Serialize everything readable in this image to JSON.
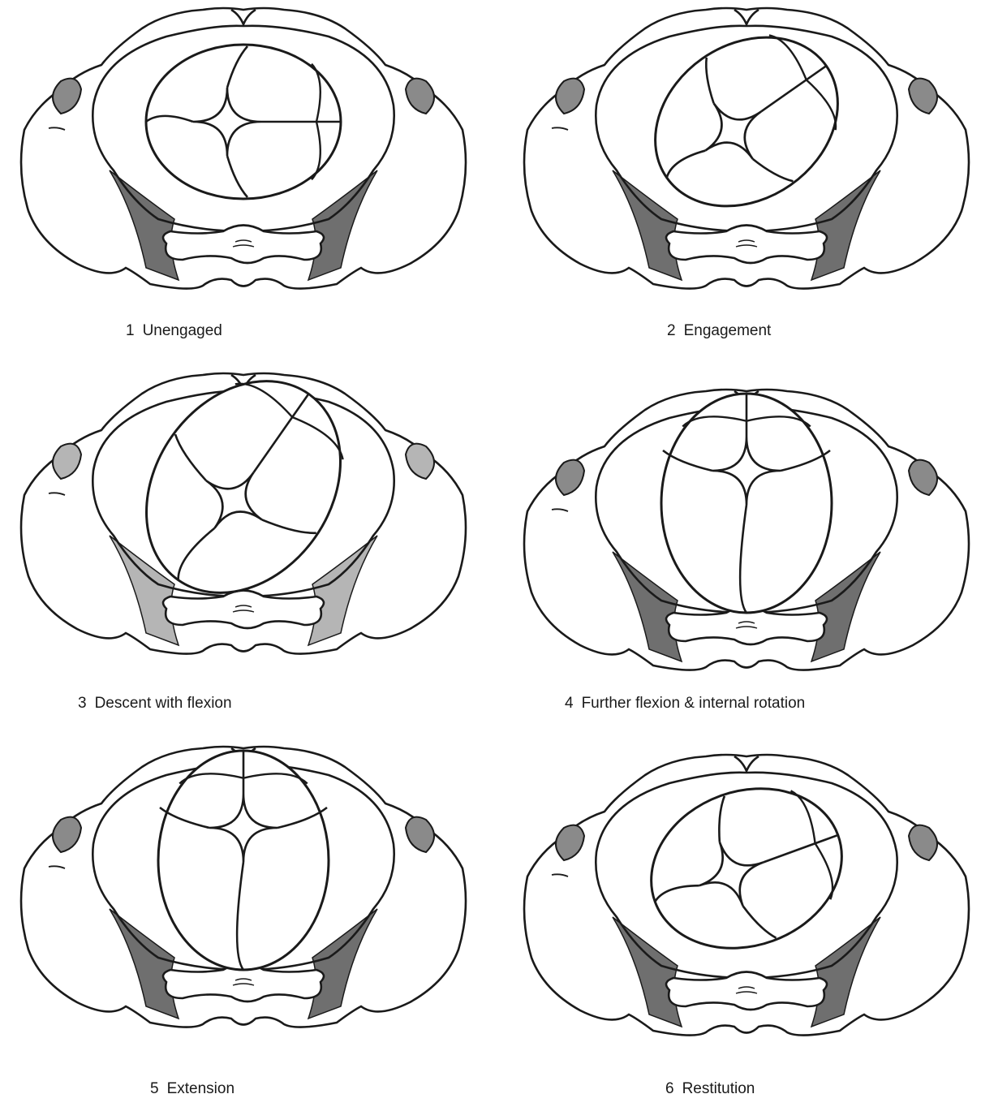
{
  "panels": [
    {
      "number": "1",
      "label": "Unengaged",
      "head": {
        "tilt": 0,
        "shape": "transverse"
      }
    },
    {
      "number": "2",
      "label": "Engagement",
      "head": {
        "tilt": -35,
        "shape": "oblique"
      }
    },
    {
      "number": "3",
      "label": "Descent with flexion",
      "head": {
        "tilt": -55,
        "shape": "oblique-deep"
      }
    },
    {
      "number": "4",
      "label": "Further flexion & internal rotation",
      "head": {
        "tilt": -90,
        "shape": "anteroposterior"
      }
    },
    {
      "number": "5",
      "label": "Extension",
      "head": {
        "tilt": -90,
        "shape": "anteroposterior-extended"
      }
    },
    {
      "number": "6",
      "label": "Restitution",
      "head": {
        "tilt": -20,
        "shape": "restituted"
      }
    }
  ],
  "colors": {
    "ink": "#1a1a1a",
    "shade": "#6f6f6f",
    "shade_light": "#b5b5b5",
    "background": "#ffffff"
  }
}
